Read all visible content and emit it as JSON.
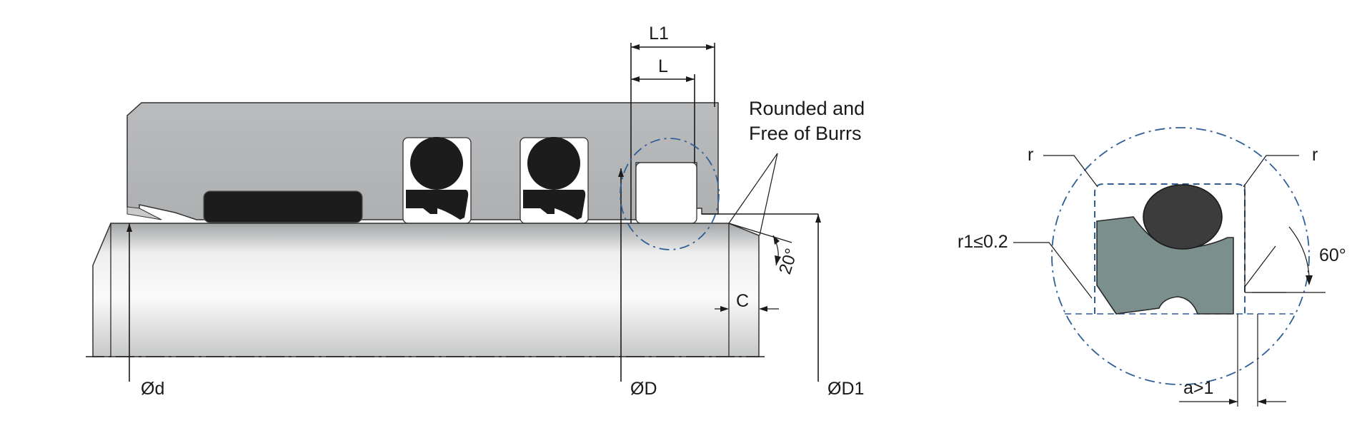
{
  "labels": {
    "L1": "L1",
    "L": "L",
    "note_line1": "Rounded and",
    "note_line2": "Free of Burrs",
    "angle20": "20°",
    "C": "C",
    "d": "Ød",
    "D": "ØD",
    "D1": "ØD1",
    "r_left": "r",
    "r_right": "r",
    "r1": "r1≤0.2",
    "angle60": "60°",
    "a": "a>1"
  },
  "colors": {
    "housing": "#b4b6b8",
    "seal_black": "#1c1c1c",
    "profile_seal": "#7b8f8d",
    "detail_oring": "#3c3c3c",
    "detail_circle": "#2f5f97"
  }
}
